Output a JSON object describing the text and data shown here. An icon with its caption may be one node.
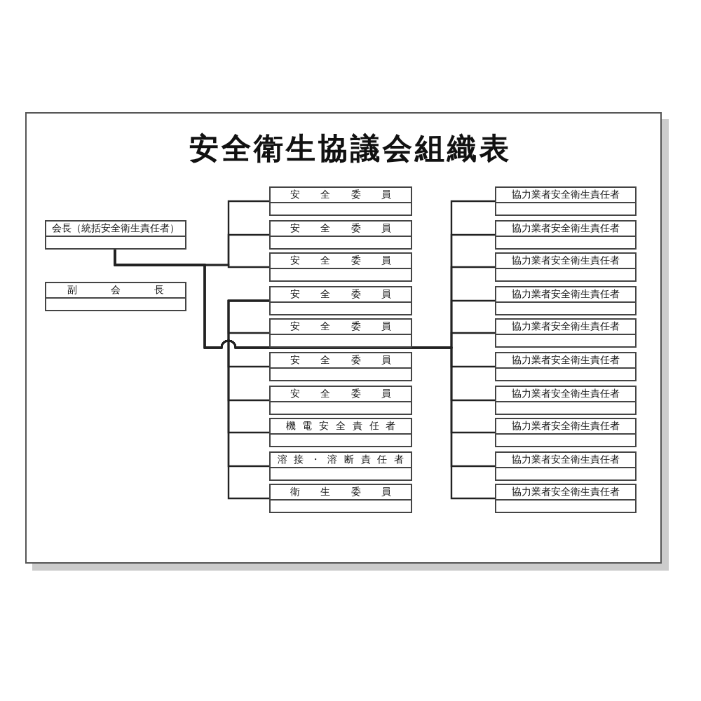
{
  "diagram": {
    "title": "安全衛生協議会組織表",
    "nodes": [
      {
        "text": [
          "会長（統括安全衛生責任者）"
        ]
      },
      {
        "text": [
          "副会長"
        ]
      },
      {
        "text": [
          "安全委員"
        ]
      },
      {
        "text": [
          "安全委員"
        ]
      },
      {
        "text": [
          "安全委員"
        ]
      },
      {
        "text": [
          "安全委員"
        ]
      },
      {
        "text": [
          "安全委員"
        ]
      },
      {
        "text": [
          "安全委員"
        ]
      },
      {
        "text": [
          "安全委員"
        ]
      },
      {
        "text": [
          "機電安全責任者"
        ]
      },
      {
        "text": [
          "溶接・溶断責任者"
        ]
      },
      {
        "text": [
          "衛生委員"
        ]
      },
      {
        "text": [
          "協力業者安全衛生責任者"
        ]
      },
      {
        "text": [
          "協力業者安全衛生責任者"
        ]
      },
      {
        "text": [
          "協力業者安全衛生責任者"
        ]
      },
      {
        "text": [
          "協力業者安全衛生責任者"
        ]
      },
      {
        "text": [
          "協力業者安全衛生責任者"
        ]
      },
      {
        "text": [
          "協力業者安全衛生責任者"
        ]
      },
      {
        "text": [
          "協力業者安全衛生責任者"
        ]
      },
      {
        "text": [
          "協力業者安全衛生責任者"
        ]
      },
      {
        "text": [
          "協力業者安全衛生責任者"
        ]
      },
      {
        "text": [
          "協力業者安全衛生責任者"
        ]
      }
    ],
    "edges": [
      {
        "from": 0,
        "to": 2,
        "arrow": "none"
      },
      {
        "from": 0,
        "to": 3,
        "arrow": "none"
      },
      {
        "from": 0,
        "to": 4,
        "arrow": "none"
      },
      {
        "from": 0,
        "to": 12,
        "arrow": "none"
      },
      {
        "from": 0,
        "to": 13,
        "arrow": "none"
      },
      {
        "from": 0,
        "to": 14,
        "arrow": "none"
      },
      {
        "from": 0,
        "to": 15,
        "arrow": "none"
      },
      {
        "from": 0,
        "to": 16,
        "arrow": "none"
      },
      {
        "from": 0,
        "to": 17,
        "arrow": "none"
      },
      {
        "from": 0,
        "to": 18,
        "arrow": "none"
      },
      {
        "from": 0,
        "to": 19,
        "arrow": "none"
      },
      {
        "from": 0,
        "to": 20,
        "arrow": "none"
      },
      {
        "from": 0,
        "to": 21,
        "arrow": "none"
      },
      {
        "from": 5,
        "to": 6,
        "arrow": "none"
      },
      {
        "from": 5,
        "to": 7,
        "arrow": "none"
      },
      {
        "from": 5,
        "to": 8,
        "arrow": "none"
      },
      {
        "from": 5,
        "to": 9,
        "arrow": "none"
      },
      {
        "from": 5,
        "to": 10,
        "arrow": "none"
      },
      {
        "from": 5,
        "to": 11,
        "arrow": "none"
      }
    ]
  }
}
